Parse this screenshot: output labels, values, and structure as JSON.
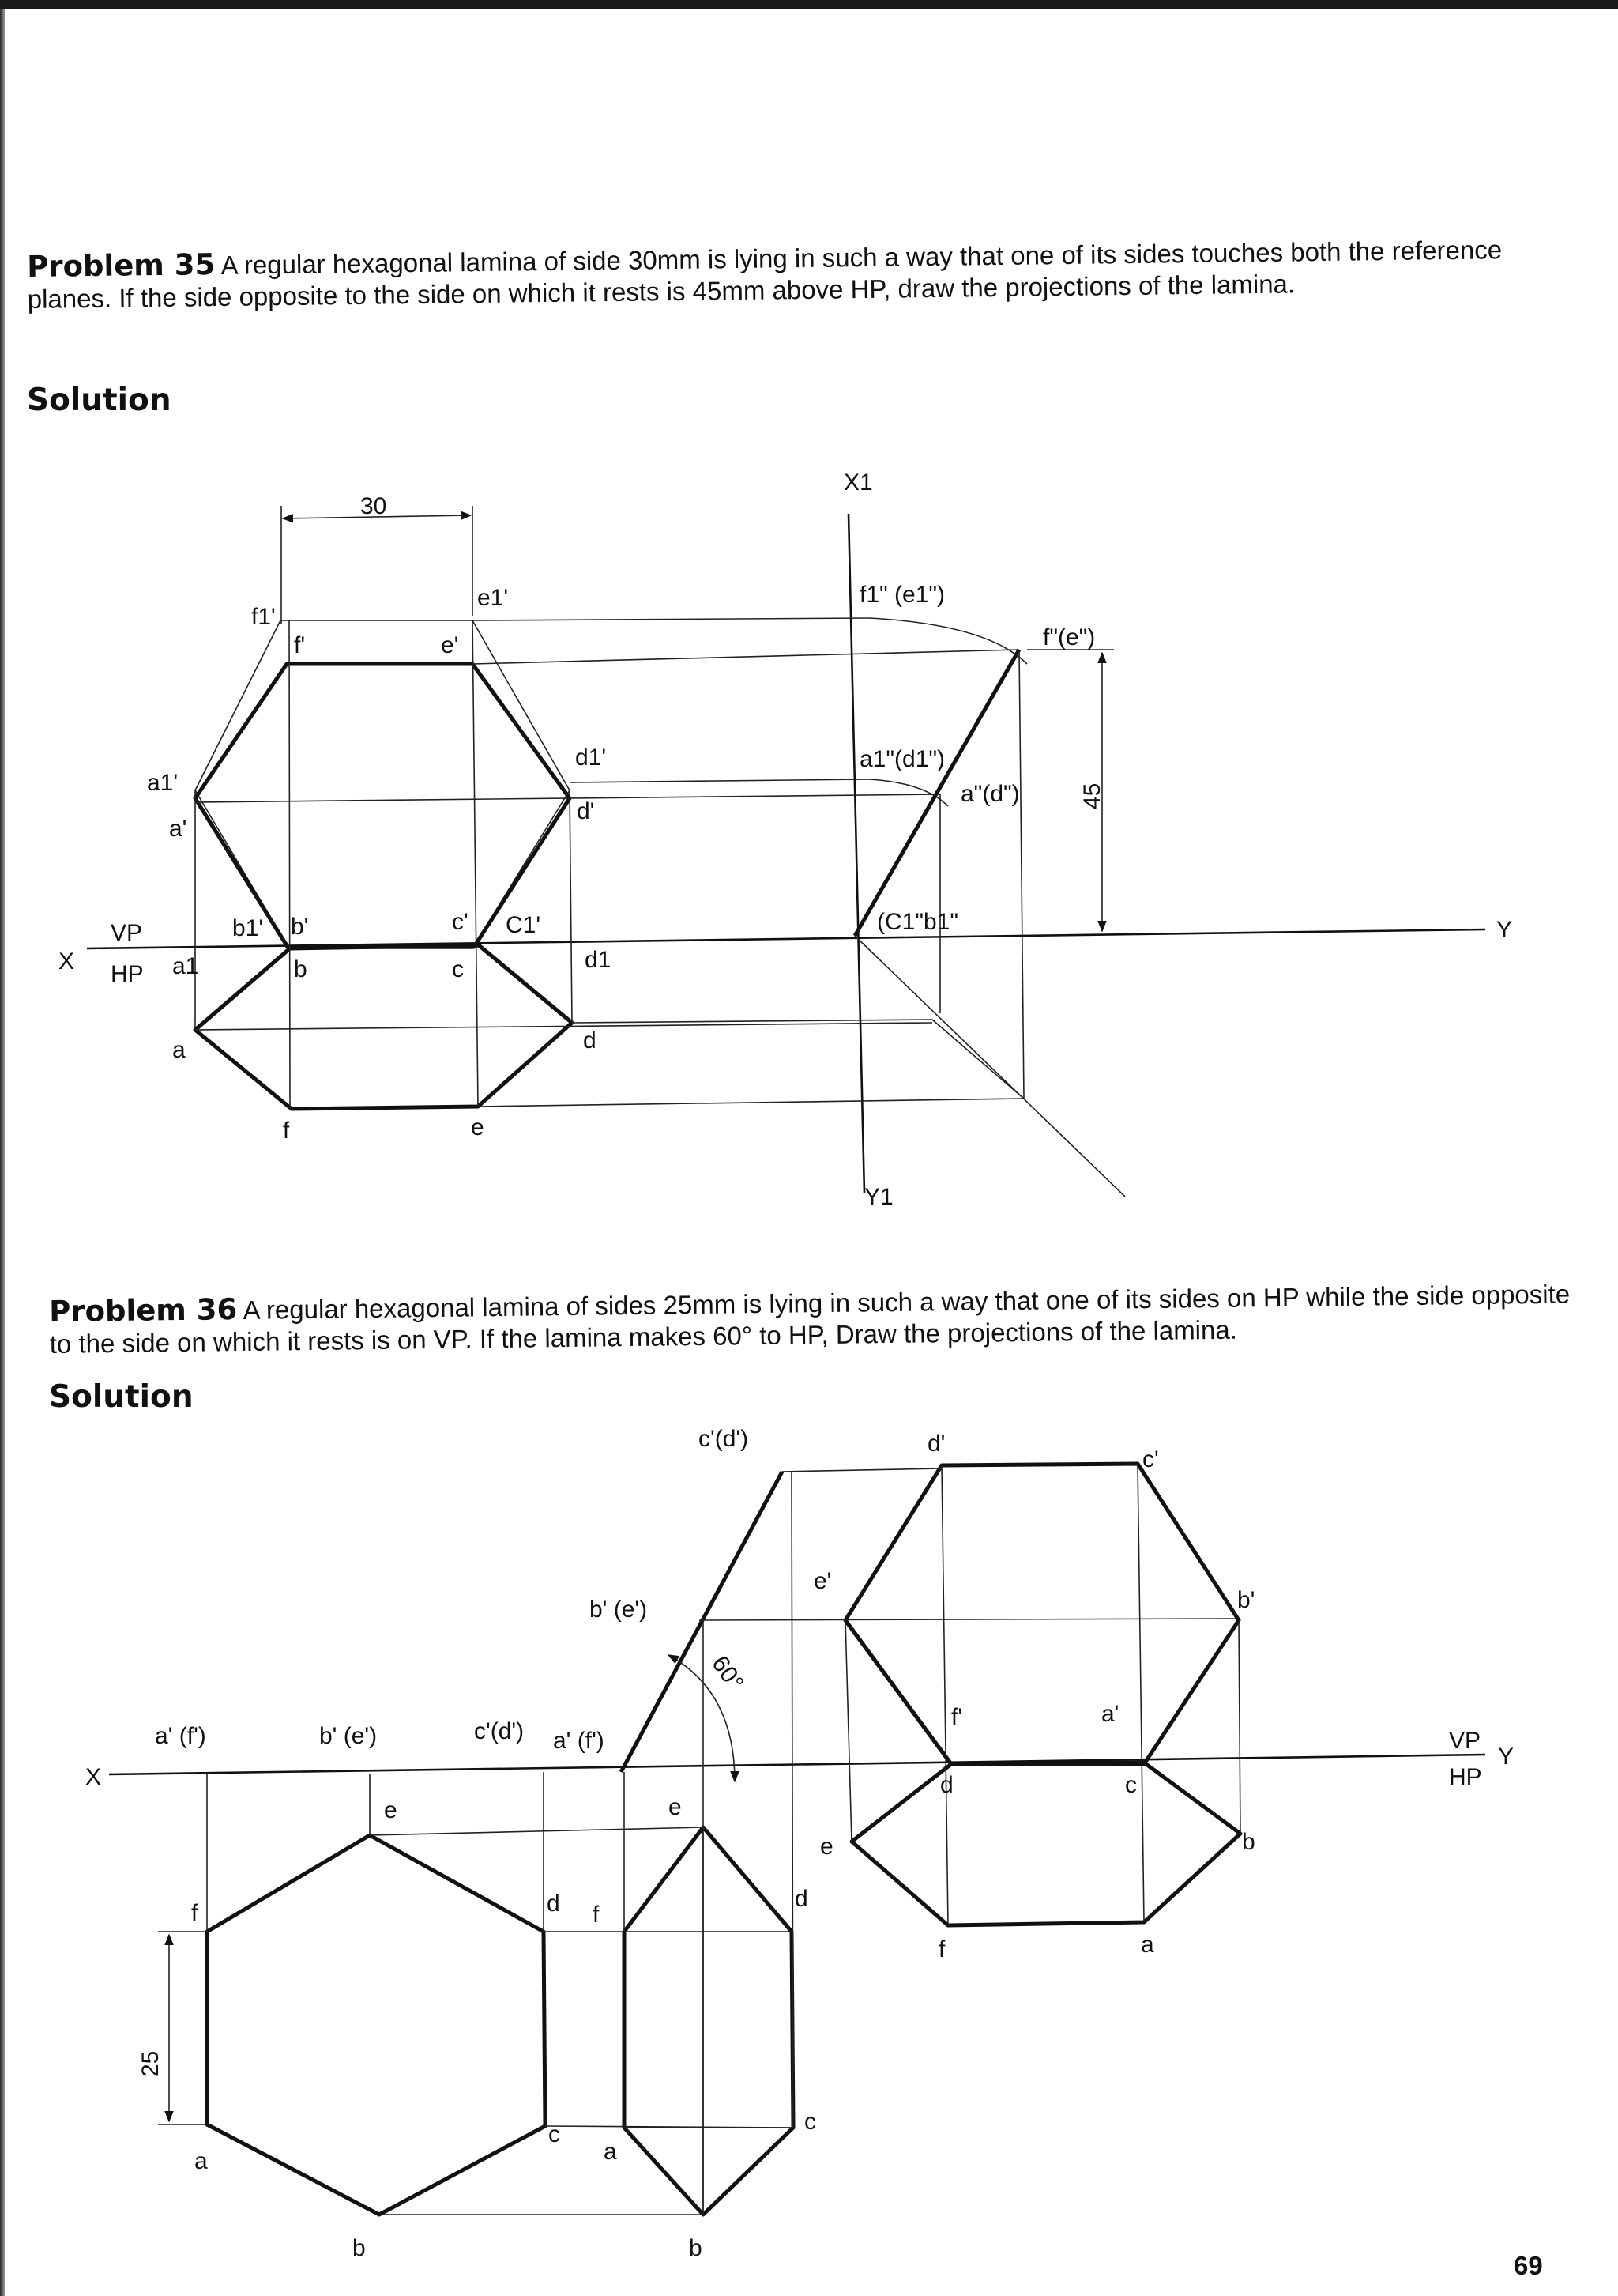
{
  "problem35": {
    "number": "Problem 35",
    "statement": "A regular hexagonal lamina of side 30mm is lying in such a way that one of its sides touches both the reference planes. If the side opposite to the side on which it rests is 45mm above HP, draw the projections of the lamina.",
    "solution_heading": "Solution",
    "labels": {
      "dim_30": "30",
      "dim_45": "45",
      "x1": "X1",
      "y1": "Y1",
      "x": "X",
      "y": "Y",
      "vp": "VP",
      "hp": "HP",
      "f1p": "f1'",
      "e1p": "e1'",
      "fp": "f'",
      "ep": "e'",
      "a1p": "a1'",
      "ap": "a'",
      "d1p": "d1'",
      "dp": "d'",
      "b1p": "b1'",
      "bp": "b'",
      "cp": "c'",
      "c1p": "C1'",
      "a1": "a1",
      "b": "b",
      "c": "c",
      "d1": "d1",
      "a": "a",
      "d": "d",
      "f": "f",
      "e": "e",
      "f1pp": "f1\" (e1\")",
      "fpp": "f\"(e\")",
      "a1pp": "a1\"(d1\")",
      "app": "a\"(d\")",
      "c1pp": "(C1\"b1\""
    }
  },
  "problem36": {
    "number": "Problem 36",
    "statement": "A regular hexagonal lamina of sides 25mm is lying in such a way that one of its sides on HP while the side opposite to the side on which it rests is on VP. If the lamina makes 60° to HP, Draw the projections of the lamina.",
    "solution_heading": "Solution",
    "labels": {
      "x": "X",
      "y": "Y",
      "vp": "VP",
      "hp": "HP",
      "dim_25": "25",
      "angle_60": "60°",
      "apf": "a' (f')",
      "bpe": "b' (e')",
      "cpd": "c'(d')",
      "apf2": "a' (f')",
      "bpe2": "b' (e')",
      "cpd2": "c'(d')",
      "e": "e",
      "f": "f",
      "d": "d",
      "c": "c",
      "a": "a",
      "b": "b",
      "e2": "e",
      "f2": "f",
      "d2": "d",
      "c2": "c",
      "a2": "a",
      "b2": "b",
      "dp": "d'",
      "cp": "c'",
      "ep": "e'",
      "bp": "b'",
      "fp": "f'",
      "ap": "a'",
      "d3": "d",
      "c3": "c",
      "e3": "e",
      "b3": "b",
      "f3": "f",
      "a3": "a"
    }
  },
  "page_number": "69"
}
